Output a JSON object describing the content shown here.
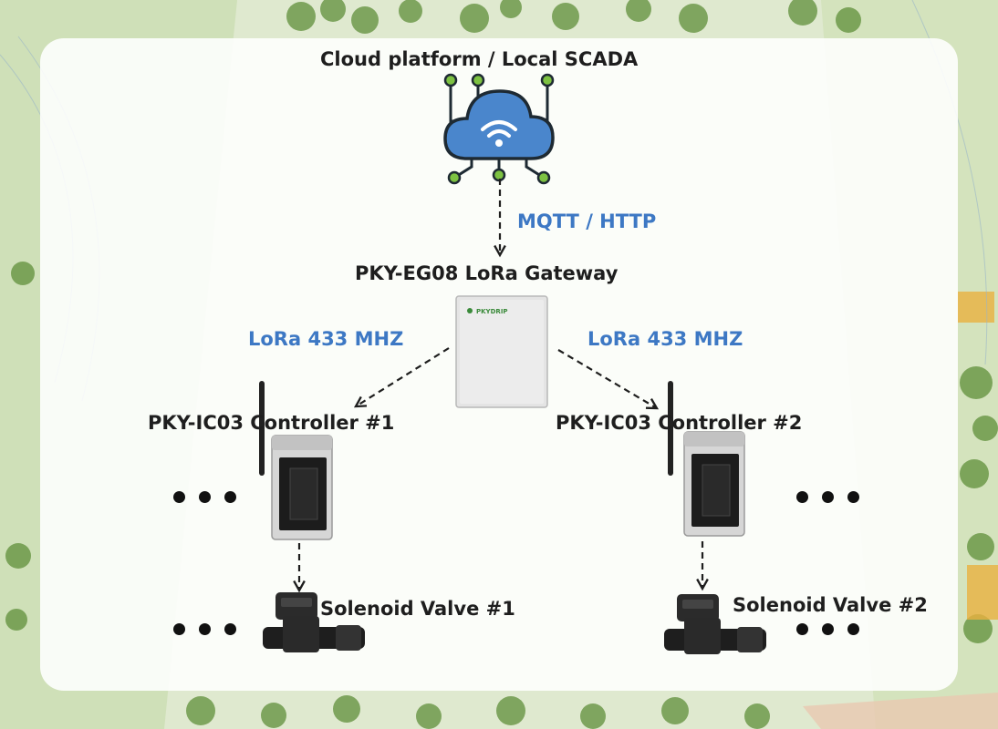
{
  "title": "Cloud platform / Local SCADA",
  "protocol_label": "MQTT / HTTP",
  "gateway_label": "PKY-EG08 LoRa Gateway",
  "gateway_brand": "PKYDRIP",
  "link_left_label": "LoRa 433 MHZ",
  "link_right_label": "LoRa 433 MHZ",
  "controller_1_label": "PKY-IC03 Controller #1",
  "controller_2_label": "PKY-IC03 Controller #2",
  "valve_1_label": "Solenoid Valve #1",
  "valve_2_label": "Solenoid Valve #2",
  "colors": {
    "accent_blue": "#3d78c4",
    "cloud_fill": "#4a86cc",
    "node_green": "#7dc242"
  }
}
